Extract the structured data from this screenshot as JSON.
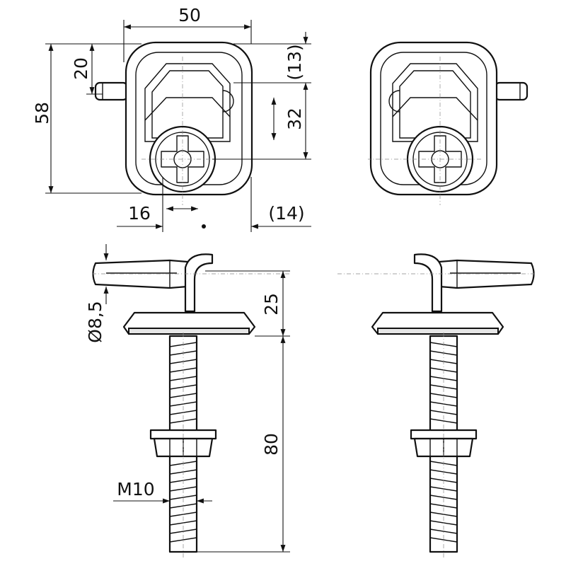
{
  "dimensions": {
    "width_top": "50",
    "offset_20": "20",
    "height_58": "58",
    "offset_13": "(13)",
    "travel_32": "32",
    "offset_16": "16",
    "offset_14": "(14)",
    "pin_diameter": "Ø8,5",
    "height_25": "25",
    "length_80": "80",
    "thread": "M10"
  }
}
